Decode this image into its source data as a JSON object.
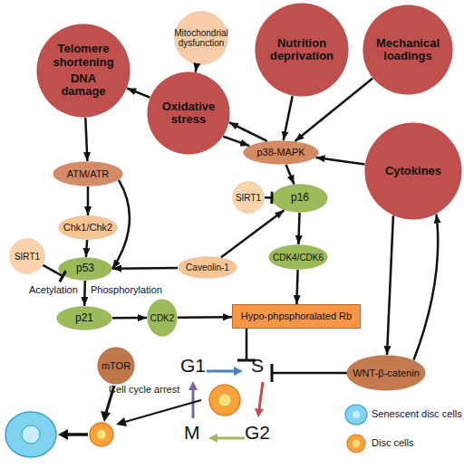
{
  "diagram": {
    "nodes": [
      {
        "text": [
          "Mitochondrial dysfunction"
        ]
      },
      {
        "text": [
          "Telomere shortening",
          "DNA damage"
        ]
      },
      {
        "text": [
          "Oxidative stress"
        ]
      },
      {
        "text": [
          "Nutrition deprivation"
        ]
      },
      {
        "text": [
          "Mechanical loadings"
        ]
      },
      {
        "text": [
          "Cytokines"
        ]
      },
      {
        "text": [
          "ATM/ATR"
        ]
      },
      {
        "text": [
          "p38-MAPK"
        ]
      },
      {
        "text": [
          "SIRT1"
        ]
      },
      {
        "text": [
          "p16"
        ]
      },
      {
        "text": [
          "Chk1/Chk2"
        ]
      },
      {
        "text": [
          "SIRT1"
        ]
      },
      {
        "text": [
          "p53"
        ]
      },
      {
        "text": [
          "Caveolin-1"
        ]
      },
      {
        "text": [
          "CDK4/CDK6"
        ]
      },
      {
        "text": [
          "p21"
        ]
      },
      {
        "text": [
          "CDK2"
        ]
      },
      {
        "text": [
          "Hypo-phpsphoralated Rb"
        ]
      },
      {
        "text": [
          "WNT-β-catenin"
        ]
      },
      {
        "text": [
          "mTOR"
        ]
      }
    ],
    "edges": [
      {
        "from": 0,
        "to": 2,
        "arrow": "to"
      },
      {
        "from": 2,
        "to": 1,
        "arrow": "to"
      },
      {
        "from": 1,
        "to": 6,
        "arrow": "to"
      },
      {
        "from": 2,
        "to": 7,
        "arrow": "to"
      },
      {
        "from": 7,
        "to": 2,
        "arrow": "to"
      },
      {
        "from": 3,
        "to": 7,
        "arrow": "to"
      },
      {
        "from": 4,
        "to": 7,
        "arrow": "to"
      },
      {
        "from": 5,
        "to": 7,
        "arrow": "to"
      },
      {
        "from": 7,
        "to": 9,
        "arrow": "to"
      },
      {
        "from": 8,
        "to": 9,
        "arrow": "to"
      },
      {
        "from": 6,
        "to": 10,
        "arrow": "to"
      },
      {
        "from": 6,
        "to": 12,
        "arrow": "to"
      },
      {
        "from": 10,
        "to": 12,
        "arrow": "to"
      },
      {
        "from": 11,
        "to": 12,
        "arrow": "to"
      },
      {
        "from": 13,
        "to": 12,
        "arrow": "to"
      },
      {
        "from": 13,
        "to": 9,
        "arrow": "to"
      },
      {
        "from": 9,
        "to": 14,
        "arrow": "to"
      },
      {
        "from": 14,
        "to": 17,
        "arrow": "to"
      },
      {
        "from": 12,
        "to": 15,
        "arrow": "to"
      },
      {
        "from": 15,
        "to": 16,
        "arrow": "to"
      },
      {
        "from": 16,
        "to": 17,
        "arrow": "to"
      },
      {
        "from": 5,
        "to": 18,
        "arrow": "to"
      },
      {
        "from": 18,
        "to": 5,
        "arrow": "to"
      }
    ],
    "labels": [
      "Acetylation",
      "Phosphorylation",
      "G1",
      "S",
      "G2",
      "M",
      "Cell cycle arrest"
    ],
    "legend": [
      {
        "text": "Senescent disc cells"
      },
      {
        "text": "Disc cells"
      }
    ]
  }
}
